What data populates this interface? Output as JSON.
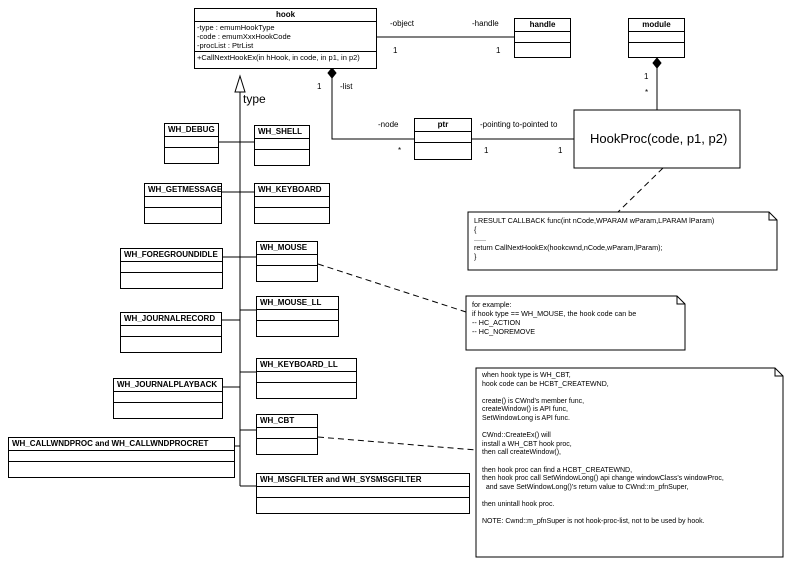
{
  "hook": {
    "name": "hook",
    "attributes": [
      "-type : emumHookType",
      "-code : emumXxxHookCode",
      "-procList : PtrList"
    ],
    "operation": "+CallNextHookEx(in hHook, in code, in p1, in p2)"
  },
  "handle": {
    "name": "handle"
  },
  "module": {
    "name": "module"
  },
  "ptr": {
    "name": "ptr"
  },
  "hookproc": {
    "signature": "HookProc(code, p1, p2)"
  },
  "labels": {
    "object": "-object",
    "handle_role": "-handle",
    "object_mult": "1",
    "handle_mult": "1",
    "list": "-list",
    "list_mult": "1",
    "node": "-node",
    "node_mult": "*",
    "pointing": "-pointing to-pointed to",
    "ptr_mult": "1",
    "proc_mult": "1",
    "module_mult_top": "1",
    "module_mult_bottom": "*",
    "type": "type"
  },
  "subclasses": [
    "WH_DEBUG",
    "WH_SHELL",
    "WH_GETMESSAGE",
    "WH_KEYBOARD",
    "WH_FOREGROUNDIDLE",
    "WH_MOUSE",
    "WH_JOURNALRECORD",
    "WH_MOUSE_LL",
    "WH_KEYBOARD_LL",
    "WH_JOURNALPLAYBACK",
    "WH_CBT",
    "WH_CALLWNDPROC and WH_CALLWNDPROCRET",
    "WH_MSGFILTER and WH_SYSMSGFILTER"
  ],
  "notes": {
    "callback": "LRESULT CALLBACK func(int nCode,WPARAM wParam,LPARAM lParam)\n{\n......\nreturn CallNextHookEx(hookcwnd,nCode,wParam,lParam);\n}",
    "mouse": "for example:\nif hook type == WH_MOUSE, the hook code can be\n-- HC_ACTION\n-- HC_NOREMOVE",
    "cbt": "when hook type is WH_CBT,\nhook code can be HCBT_CREATEWND,\n\ncreate() is CWnd's member func,\ncreateWindow() is API func,\nSetWindowLong is API func.\n\nCWnd::CreateEx() will\ninstall a WH_CBT hook proc,\nthen call createWindow(),\n\nthen hook proc can find a HCBT_CREATEWND,\nthen hook proc call SetWindowLong() api change windowClass's windowProc,\n  and save SetWindowLong()'s return value to CWnd::m_pfnSuper,\n\nthen unintall hook proc.\n\nNOTE: Cwnd::m_pfnSuper is not hook-proc-list, not to be used by hook."
  }
}
